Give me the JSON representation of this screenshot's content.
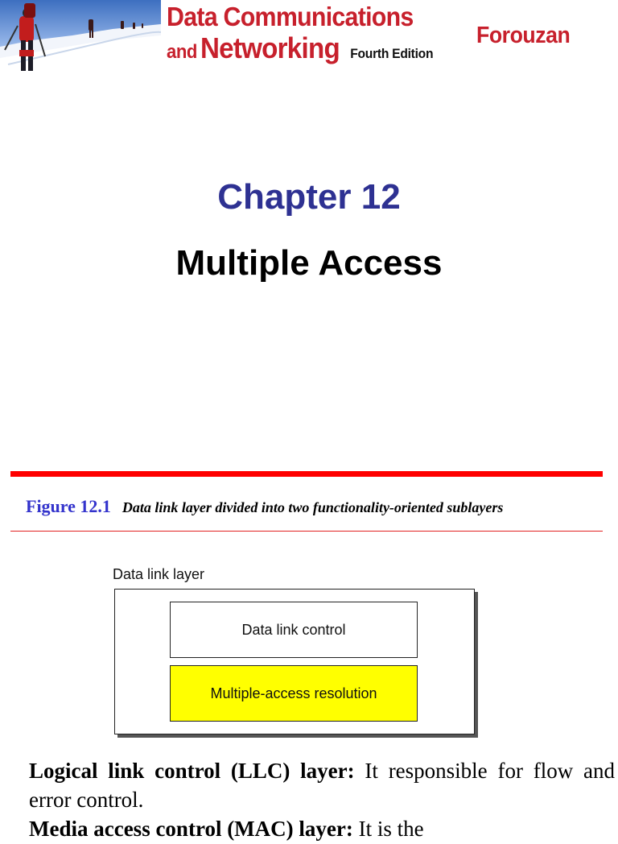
{
  "banner": {
    "title_line1": "Data Communications",
    "title_and": "and",
    "title_networking": "Networking",
    "edition": "Fourth Edition",
    "author": "Forouzan"
  },
  "slide1": {
    "chapter": "Chapter 12",
    "title": "Multiple Access"
  },
  "slide2": {
    "figure_label": "Figure 12.1",
    "figure_caption": "Data link layer divided into two functionality-oriented sublayers",
    "diagram": {
      "outer_label": "Data link layer",
      "upper_box": "Data link control",
      "lower_box": "Multiple-access resolution",
      "lower_box_color": "#ffff00"
    },
    "paragraphs": [
      {
        "term": "Logical link control (LLC) layer:",
        "text": " It responsible for flow and error control."
      },
      {
        "term": "Media access control (MAC) layer:",
        "text": " It is the"
      }
    ]
  },
  "colors": {
    "accent_red": "#c7202c",
    "chapter_blue": "#2e3192",
    "rule_red": "#ff0000"
  }
}
